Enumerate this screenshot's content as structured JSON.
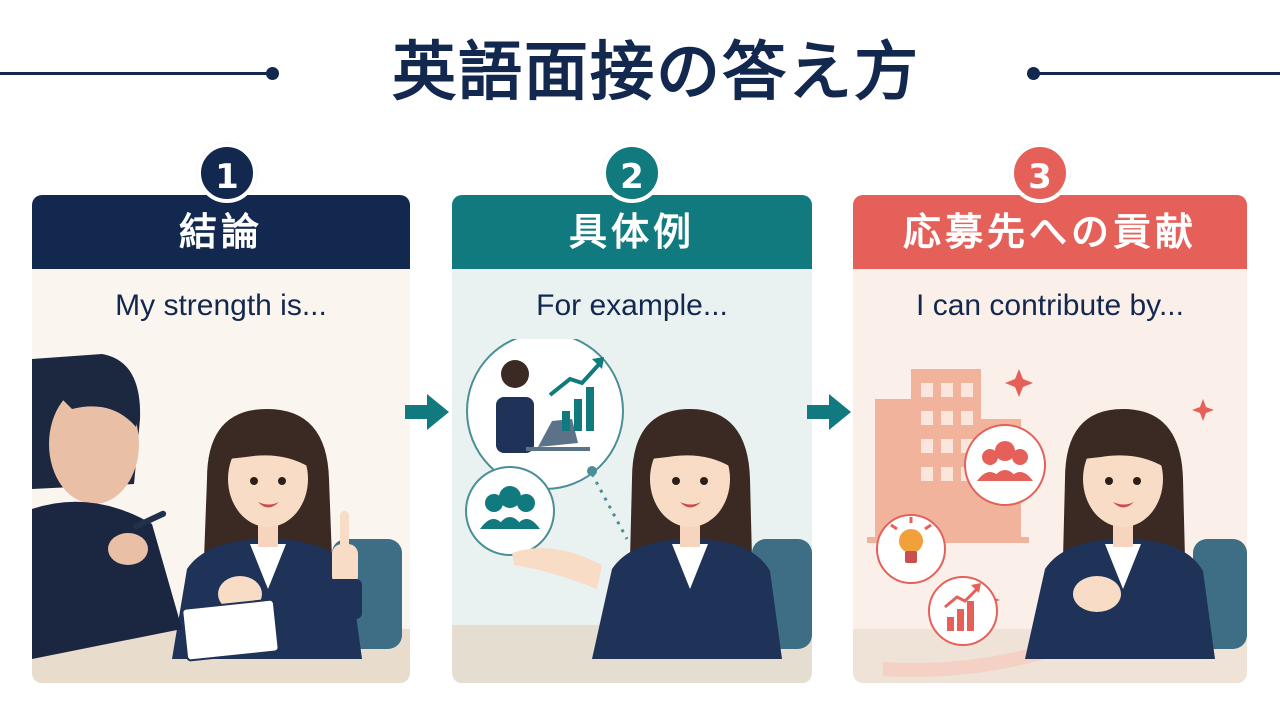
{
  "title": "英語面接の答え方",
  "colors": {
    "navy": "#13284f",
    "teal": "#107a7e",
    "coral": "#e6605a"
  },
  "steps": [
    {
      "number": "1",
      "heading": "結論",
      "phrase": "My strength is..."
    },
    {
      "number": "2",
      "heading": "具体例",
      "phrase": "For example..."
    },
    {
      "number": "3",
      "heading": "応募先への貢献",
      "phrase": "I can contribute by..."
    }
  ],
  "icons": {
    "step1": [
      "interviewer-icon",
      "candidate-icon",
      "pointing-hand-icon"
    ],
    "step2": [
      "working-at-laptop-icon",
      "growth-chart-icon",
      "team-icon",
      "candidate-icon"
    ],
    "step3": [
      "company-building-icon",
      "team-icon",
      "lightbulb-icon",
      "growth-chart-icon",
      "sparkle-icon",
      "candidate-icon"
    ],
    "flow": "arrow-right-icon"
  }
}
